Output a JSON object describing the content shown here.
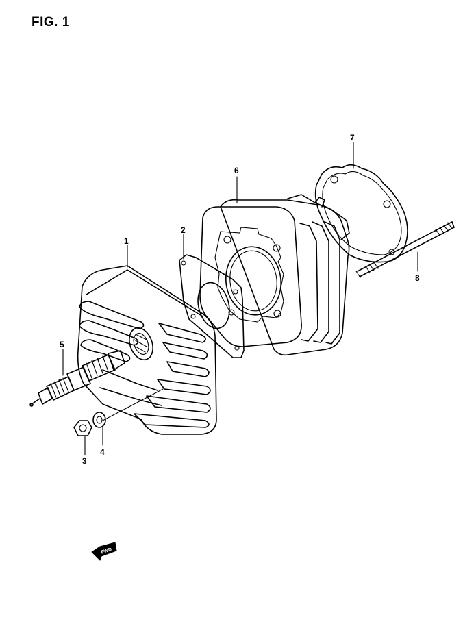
{
  "figure": {
    "title": "FIG. 1"
  },
  "callouts": [
    {
      "id": "1",
      "label": "1"
    },
    {
      "id": "2",
      "label": "2"
    },
    {
      "id": "3",
      "label": "3"
    },
    {
      "id": "4",
      "label": "4"
    },
    {
      "id": "5",
      "label": "5"
    },
    {
      "id": "6",
      "label": "6"
    },
    {
      "id": "7",
      "label": "7"
    },
    {
      "id": "8",
      "label": "8"
    }
  ],
  "forward_arrow": {
    "label": "FWD",
    "icon": "forward-arrow-icon"
  },
  "colors": {
    "ink": "#000000",
    "background": "#ffffff"
  }
}
